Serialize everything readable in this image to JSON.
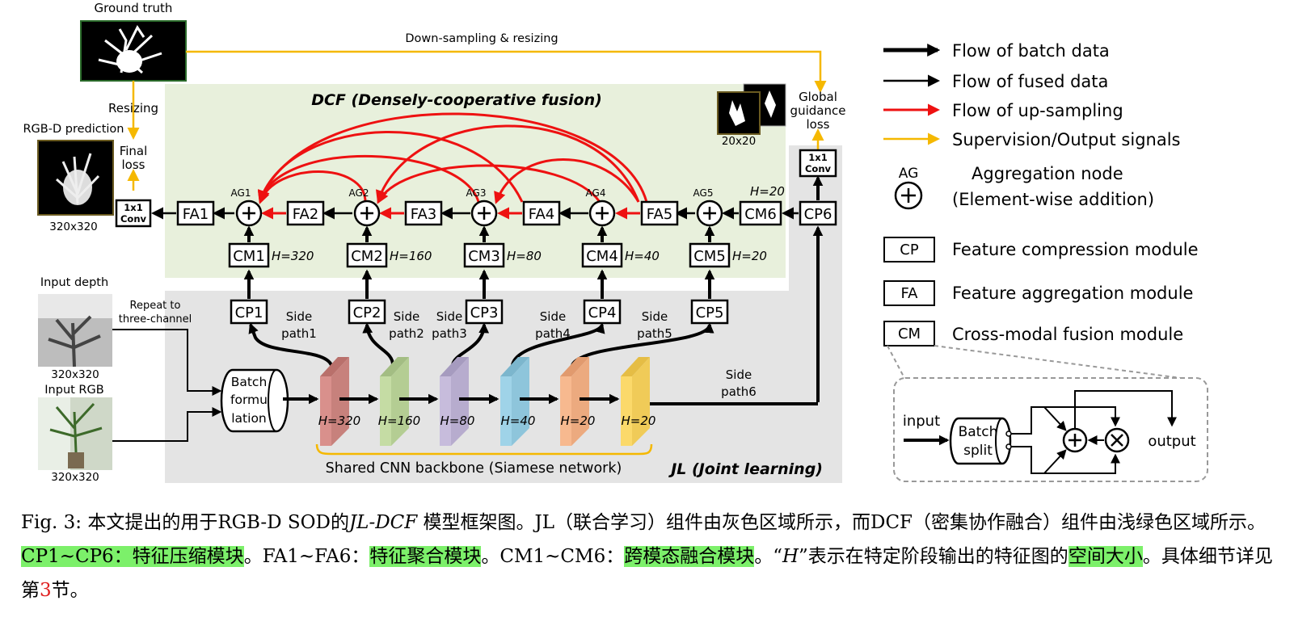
{
  "labels": {
    "ground_truth": "Ground truth",
    "downsampling": "Down-sampling & resizing",
    "resizing": "Resizing",
    "rgbd_prediction": "RGB-D prediction",
    "final_loss_1": "Final",
    "final_loss_2": "loss",
    "size_320_a": "320x320",
    "size_320_b": "320x320",
    "size_320_c": "320x320",
    "size_20": "20x20",
    "global_1": "Global",
    "global_2": "guidance",
    "global_3": "loss",
    "conv_1": "1x1",
    "conv_2": "Conv",
    "dcf_title": "DCF (Densely-cooperative fusion)",
    "jl_title": "JL (Joint learning)",
    "input_depth": "Input depth",
    "input_rgb": "Input RGB",
    "repeat_1": "Repeat to",
    "repeat_2": "three-channel",
    "batch_1": "Batch",
    "batch_2": "formu",
    "batch_3": "lation",
    "backbone": "Shared CNN backbone (Siamese network)",
    "side": "Side"
  },
  "ag_nodes": [
    "AG1",
    "AG2",
    "AG3",
    "AG4",
    "AG5"
  ],
  "fa_modules": [
    "FA1",
    "FA2",
    "FA3",
    "FA4",
    "FA5"
  ],
  "cm_modules": [
    "CM1",
    "CM2",
    "CM3",
    "CM4",
    "CM5",
    "CM6"
  ],
  "cm_sizes": [
    "H=320",
    "H=160",
    "H=80",
    "H=40",
    "H=20",
    "H=20"
  ],
  "cp_modules": [
    "CP1",
    "CP2",
    "CP3",
    "CP4",
    "CP5",
    "CP6"
  ],
  "side_paths": [
    "path1",
    "path2",
    "path3",
    "path4",
    "path5",
    "path6"
  ],
  "backbone_sizes": [
    "H=320",
    "H=160",
    "H=80",
    "H=40",
    "H=20",
    "H=20"
  ],
  "legend": {
    "flow_batch": "Flow of batch data",
    "flow_fused": "Flow of fused data",
    "flow_up": "Flow of up-sampling",
    "supervision": "Supervision/Output signals",
    "ag_label": "AG",
    "aggregation_1": "Aggregation node",
    "aggregation_2": "(Element-wise addition)",
    "cp_box": "CP",
    "cp_text": "Feature compression module",
    "fa_box": "FA",
    "fa_text": "Feature aggregation module",
    "cm_box": "CM",
    "cm_text": "Cross-modal fusion module"
  },
  "cm_detail": {
    "input": "input",
    "batch_1": "Batch",
    "batch_2": "split",
    "output": "output"
  },
  "caption": {
    "p1": "Fig. 3: 本文提出的用于RGB-D SOD的",
    "p2": "JL-DCF",
    "p3": " 模型框架图。JL（联合学习）组件由灰色区域所示，而DCF（密集协作融合）组件由浅绿色区域所示。",
    "h1": "CP1~CP6：特征压缩模块",
    "p4": "。FA1~FA6：",
    "h2": "特征聚合模块",
    "p5": "。CM1~CM6：",
    "h3": "跨模态融合模块",
    "p6": "。“",
    "p7": "H",
    "p8": "”表示在特定阶段输出的特征图的",
    "h4": "空间大小",
    "p9": "。具体细节详见第",
    "p10": "3",
    "p11": "节。"
  },
  "colors": {
    "dcf_bg": "#e8f0dc",
    "jl_bg": "#e4e4e4",
    "red_flow": "#ee1111",
    "supervision": "#f5b800",
    "highlight": "#7cf06a",
    "block_colors": [
      "#d9908c",
      "#c5dca4",
      "#c7bcdc",
      "#9fd3e8",
      "#f7b98f",
      "#fbd96a"
    ]
  }
}
